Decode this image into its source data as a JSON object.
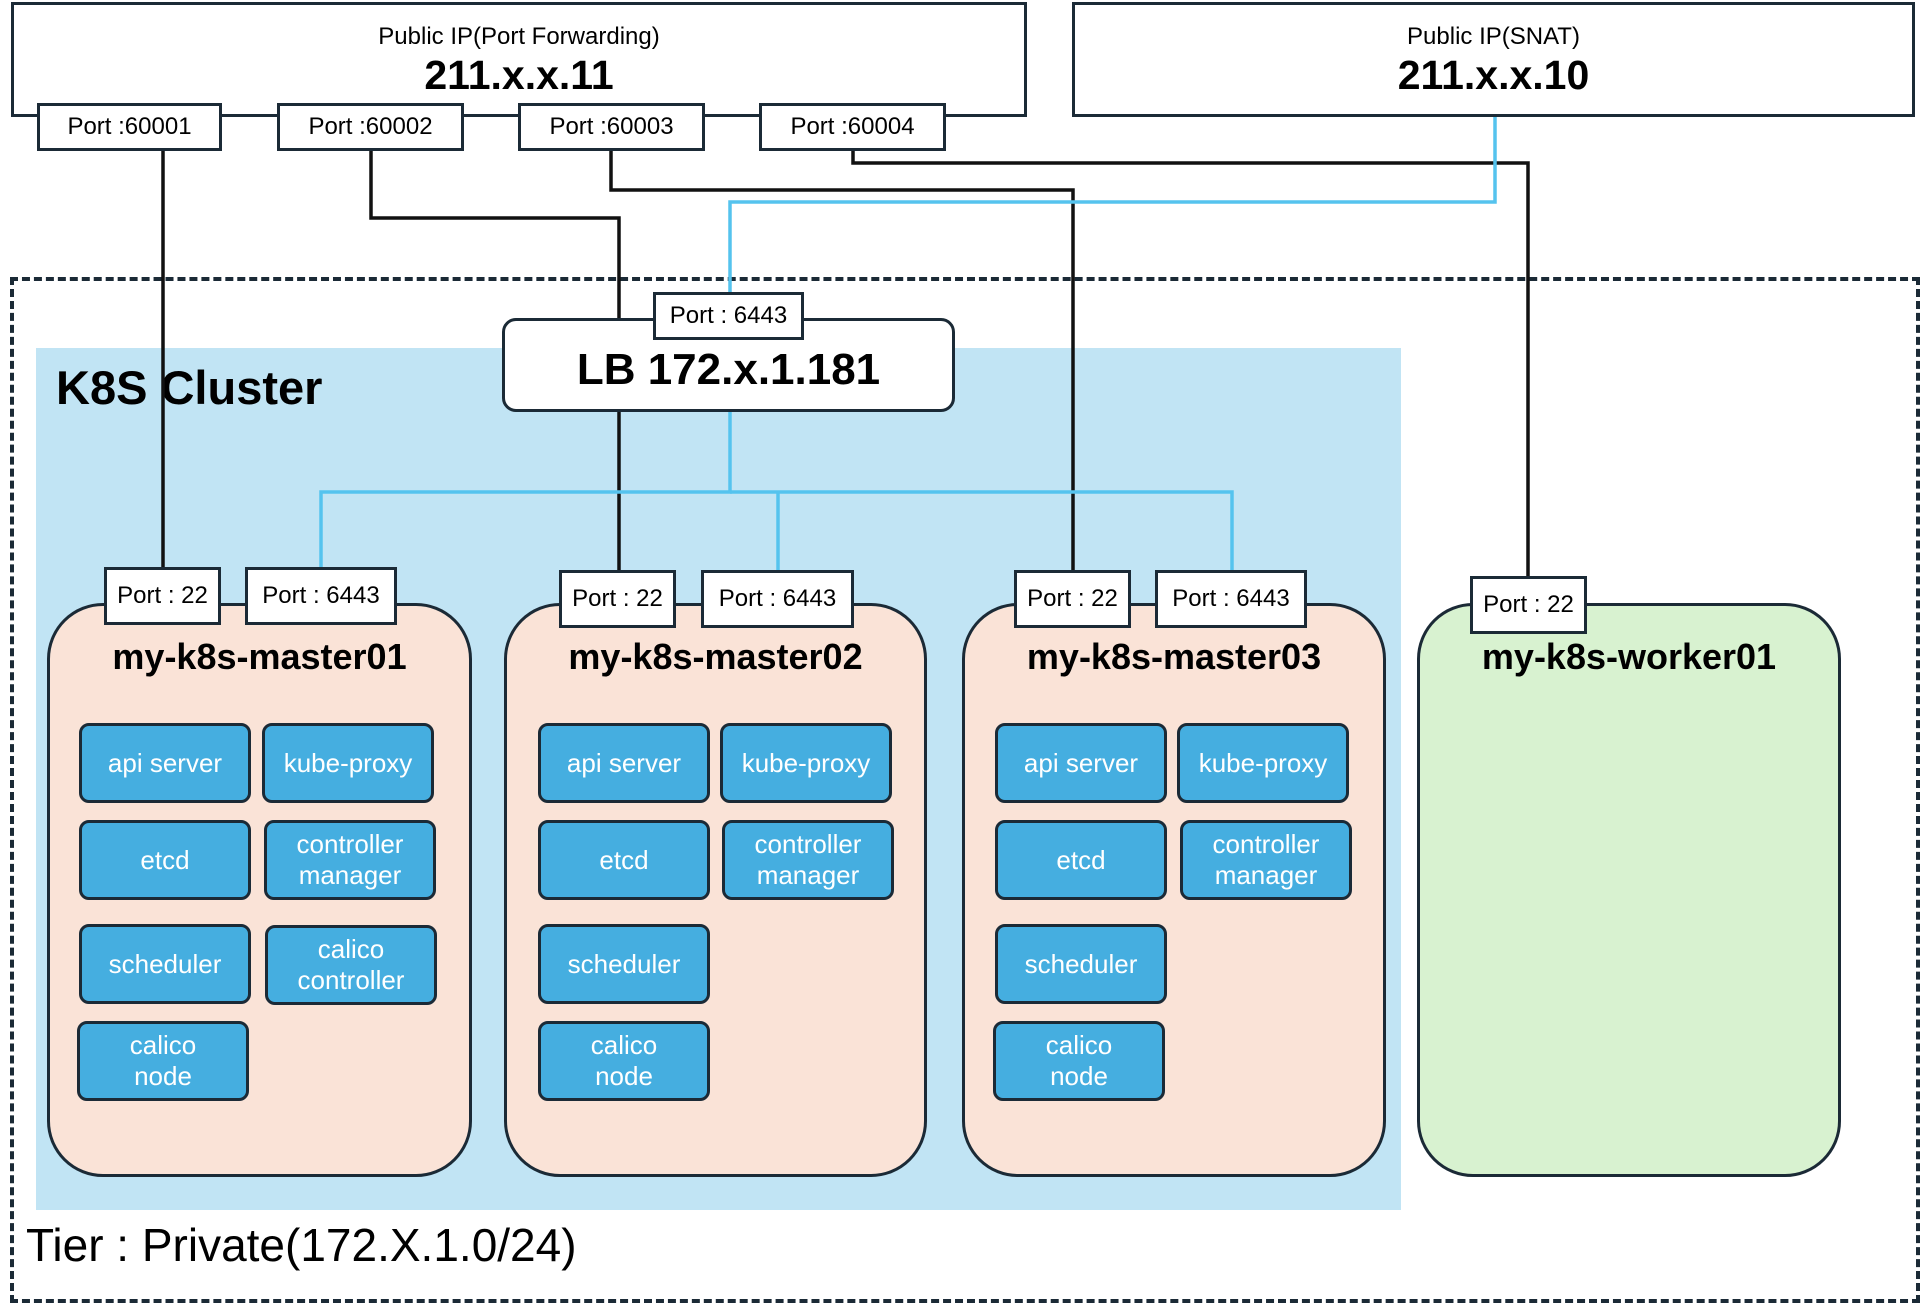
{
  "public_ip_pf": {
    "title": "Public IP(Port Forwarding)",
    "ip": "211.x.x.11"
  },
  "public_ip_snat": {
    "title": "Public IP(SNAT)",
    "ip": "211.x.x.10"
  },
  "forward_ports": [
    "Port :60001",
    "Port :60002",
    "Port :60003",
    "Port :60004"
  ],
  "private_tier": {
    "label": "Tier : Private(172.X.1.0/24)"
  },
  "cluster": {
    "title": "K8S Cluster"
  },
  "lb": {
    "port": "Port : 6443",
    "label": "LB 172.x.1.181"
  },
  "nodes": [
    {
      "name": "my-k8s-master01",
      "ssh_port": "Port : 22",
      "api_port": "Port : 6443",
      "components": [
        "api server",
        "kube-proxy",
        "etcd",
        "controller\nmanager",
        "scheduler",
        "calico\ncontroller",
        "calico\nnode"
      ]
    },
    {
      "name": "my-k8s-master02",
      "ssh_port": "Port : 22",
      "api_port": "Port : 6443",
      "components": [
        "api server",
        "kube-proxy",
        "etcd",
        "controller\nmanager",
        "scheduler",
        "calico\nnode"
      ]
    },
    {
      "name": "my-k8s-master03",
      "ssh_port": "Port : 22",
      "api_port": "Port : 6443",
      "components": [
        "api server",
        "kube-proxy",
        "etcd",
        "controller\nmanager",
        "scheduler",
        "calico\nnode"
      ]
    },
    {
      "name": "my-k8s-worker01",
      "ssh_port": "Port : 22"
    }
  ],
  "colors": {
    "border": "#1b2a36",
    "cluster_bg": "#c1e4f4",
    "master_bg": "#fae3d7",
    "worker_bg": "#d8f2d0",
    "component_bg": "#45aee0",
    "snat_line": "#55c3ee"
  }
}
